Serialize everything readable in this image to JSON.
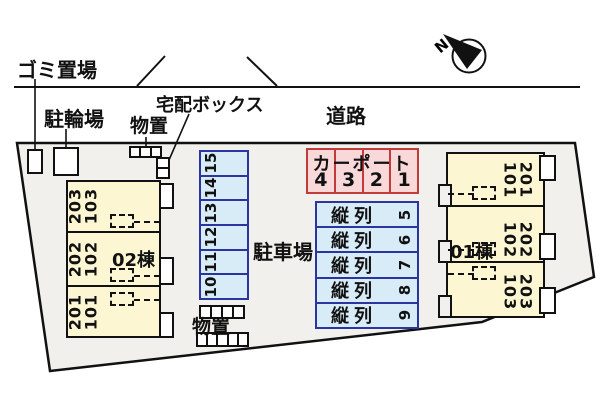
{
  "labels": {
    "garbage": "ゴミ置場",
    "bicycle": "駐輪場",
    "storage_upper": "物置",
    "delivery_box": "宅配ボックス",
    "road": "道路",
    "parking_lot": "駐車場",
    "storage_lower": "物置",
    "north": "N"
  },
  "building_02": {
    "name": "02棟",
    "rooms": [
      {
        "upper": "203",
        "lower": "103"
      },
      {
        "upper": "202",
        "lower": "102"
      },
      {
        "upper": "201",
        "lower": "101"
      }
    ]
  },
  "building_01": {
    "name": "01棟",
    "rooms": [
      {
        "upper": "201",
        "lower": "101"
      },
      {
        "upper": "202",
        "lower": "102"
      },
      {
        "upper": "203",
        "lower": "103"
      }
    ]
  },
  "parking": {
    "stall_column_top_to_bottom": [
      "15",
      "14",
      "13",
      "12",
      "11",
      "10"
    ],
    "carport": {
      "label": "カーポート",
      "stalls": [
        "4",
        "3",
        "2",
        "1"
      ]
    },
    "tandem": {
      "row_label": "縦列",
      "stalls": [
        "5",
        "6",
        "7",
        "8",
        "9"
      ]
    }
  },
  "colors": {
    "site_fill": "#f1f0ec",
    "building_fill": "#fcf6d3",
    "carport_fill": "#f9d8da",
    "carport_border": "#c23b3b",
    "blue_fill": "#d8ecf8",
    "blue_border": "#2b35a0",
    "line": "#111111"
  }
}
